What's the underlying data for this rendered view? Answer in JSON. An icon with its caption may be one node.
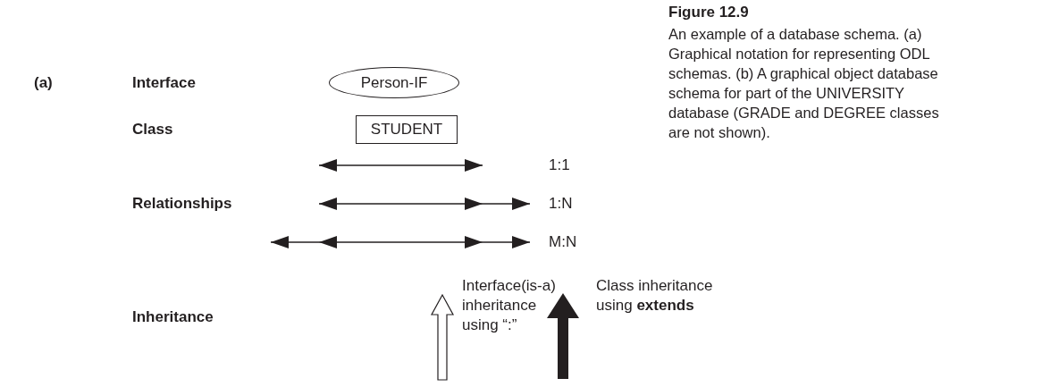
{
  "diagram": {
    "title": "Figure 12.9",
    "caption": "An example of a database schema. (a) Graphical notation for representing ODL schemas. (b) A graphical object database schema for part of the UNIVERSITY database (GRADE and DEGREE classes are not shown).",
    "nodes": [
      {
        "text": [
          "Person-IF"
        ]
      },
      {
        "text": [
          "STUDENT"
        ]
      }
    ],
    "labels": [
      "(a)",
      "Interface",
      "Class",
      "1:1",
      "Relationships",
      "1:N",
      "M:N",
      "Interface(is-a) inheritance using “:”",
      "Class inheritance using **extends**",
      "Inheritance"
    ]
  }
}
